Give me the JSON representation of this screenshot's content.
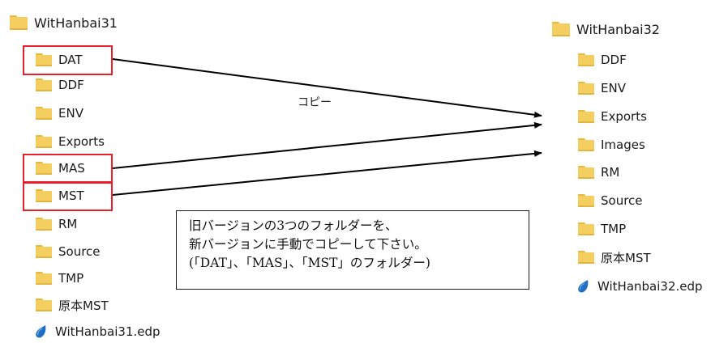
{
  "left_tree": {
    "root": "WitHanbai31",
    "items": [
      "DAT",
      "DDF",
      "ENV",
      "Exports",
      "MAS",
      "MST",
      "RM",
      "Source",
      "TMP",
      "原本MST"
    ],
    "file": "WitHanbai31.edp"
  },
  "right_tree": {
    "root": "WitHanbai32",
    "items": [
      "DDF",
      "ENV",
      "Exports",
      "Images",
      "RM",
      "Source",
      "TMP",
      "原本MST"
    ],
    "file": "WitHanbai32.edp"
  },
  "copy_label": "コピー",
  "note": {
    "line1": "旧バージョンの3つのフォルダーを、",
    "line2": "新バージョンに手動でコピーして下さい。",
    "line3": "(「DAT」、「MAS」、「MST」のフォルダー)"
  },
  "colors": {
    "highlight": "#e8202b",
    "folder": "#f4cf5f",
    "file_icon": "#1f6fc4"
  },
  "icons": [
    "folder-icon",
    "edp-file-icon",
    "arrow"
  ]
}
